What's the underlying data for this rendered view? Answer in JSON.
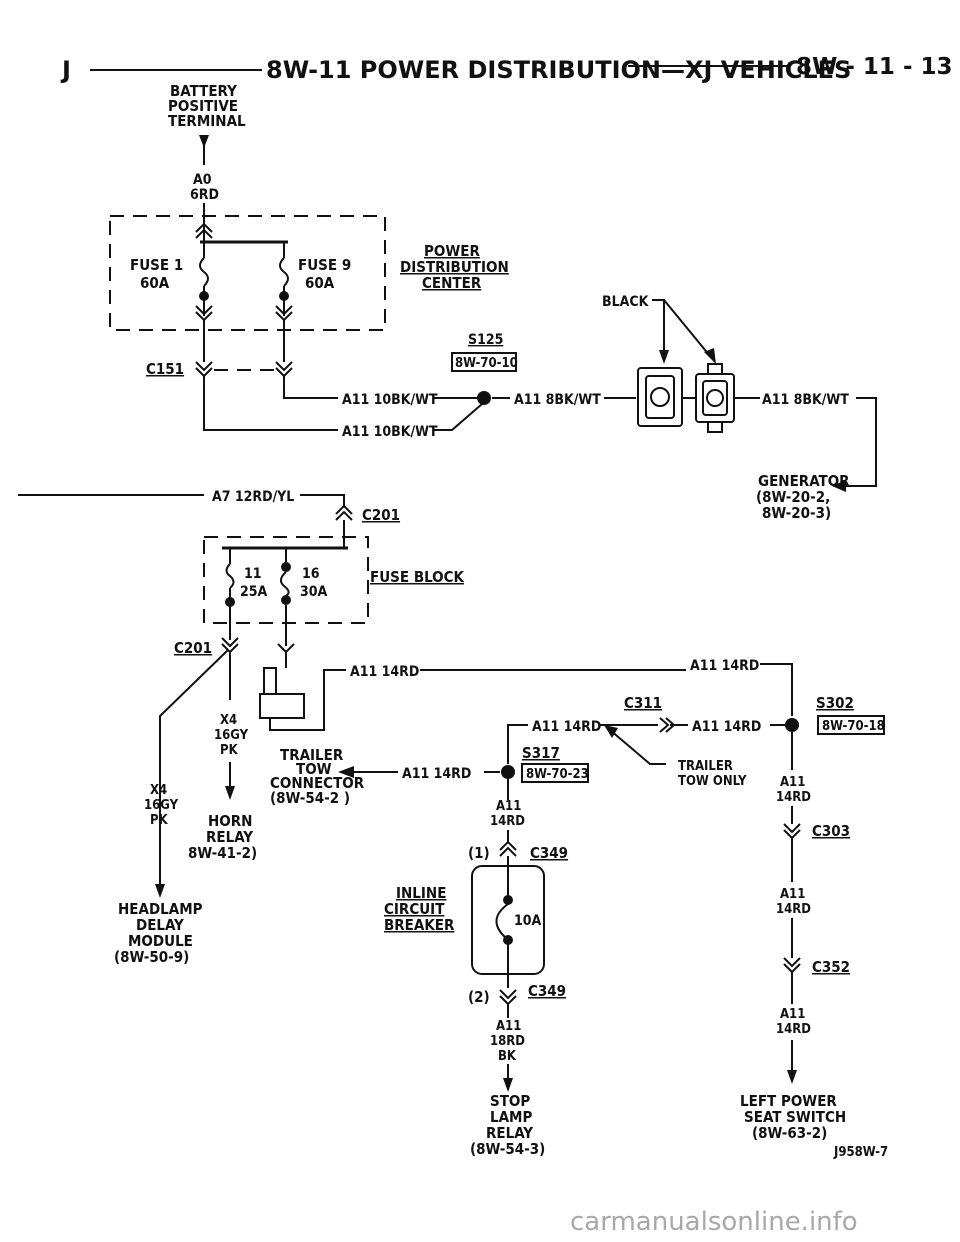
{
  "header": {
    "left": "J",
    "title": "8W-11 POWER DISTRIBUTION—XJ VEHICLES",
    "page": "8W - 11 - 13"
  },
  "labels": {
    "battery": [
      "BATTERY",
      "POSITIVE",
      "TERMINAL"
    ],
    "a0": [
      "A0",
      "6RD"
    ],
    "fuse1": [
      "FUSE 1",
      "60A"
    ],
    "fuse9": [
      "FUSE 9",
      "60A"
    ],
    "pdc": [
      "POWER",
      "DISTRIBUTION",
      "CENTER"
    ],
    "black": "BLACK",
    "s125": "S125",
    "s125_ref": "8W-70-10",
    "c151": "C151",
    "wire_a11_10bk_1": "A11 10BK/WT",
    "wire_a11_10bk_2": "A11 10BK/WT",
    "wire_a11_8bk_1": "A11 8BK/WT",
    "wire_a11_8bk_2": "A11 8BK/WT",
    "generator": [
      "GENERATOR",
      "(8W-20-2,",
      "8W-20-3)"
    ],
    "wire_a7": "A7 12RD/YL",
    "c201_top": "C201",
    "fuse11": [
      "11",
      "25A"
    ],
    "fuse16": [
      "16",
      "30A"
    ],
    "fuse_block": "FUSE BLOCK",
    "c201_bottom": "C201",
    "wire_a11_14rd_top_left": "A11 14RD",
    "wire_a11_14rd_top_right": "A11 14RD",
    "c311": "C311",
    "s302": "S302",
    "s302_ref": "8W-70-18",
    "wire_a11_14rd_c311_left": "A11 14RD",
    "wire_a11_14rd_c311_right": "A11 14RD",
    "x4_center": [
      "X4",
      "16GY",
      "PK"
    ],
    "x4_left": [
      "X4",
      "16GY",
      "PK"
    ],
    "trailer_tow": [
      "TRAILER",
      "TOW",
      "CONNECTOR",
      "(8W-54-2 )"
    ],
    "wire_a11_14rd_trailer": "A11 14RD",
    "s317": "S317",
    "s317_ref": "8W-70-23",
    "trailer_tow_only": [
      "TRAILER",
      "TOW ONLY"
    ],
    "a11_14rd_right_1": [
      "A11",
      "14RD"
    ],
    "a11_14rd_center": [
      "A11",
      "14RD"
    ],
    "horn_relay": [
      "HORN",
      "RELAY",
      "8W-41-2)"
    ],
    "c303": "C303",
    "c349_1": "C349",
    "c349_1_num": "(1)",
    "headlamp": [
      "HEADLAMP",
      "DELAY",
      "MODULE",
      "(8W-50-9)"
    ],
    "inline_cb": [
      "INLINE",
      "CIRCUIT",
      "BREAKER"
    ],
    "cb_rating": "10A",
    "a11_14rd_right_2": [
      "A11",
      "14RD"
    ],
    "c352": "C352",
    "c349_2": "C349",
    "c349_2_num": "(2)",
    "a11_18rd": [
      "A11",
      "18RD",
      "BK"
    ],
    "a11_14rd_right_3": [
      "A11",
      "14RD"
    ],
    "stop_lamp": [
      "STOP",
      "LAMP",
      "RELAY",
      "(8W-54-3)"
    ],
    "left_seat": [
      "LEFT POWER",
      "SEAT SWITCH",
      "(8W-63-2)"
    ],
    "figure_id": "J958W-7"
  },
  "watermark": "carmanualsonline.info"
}
